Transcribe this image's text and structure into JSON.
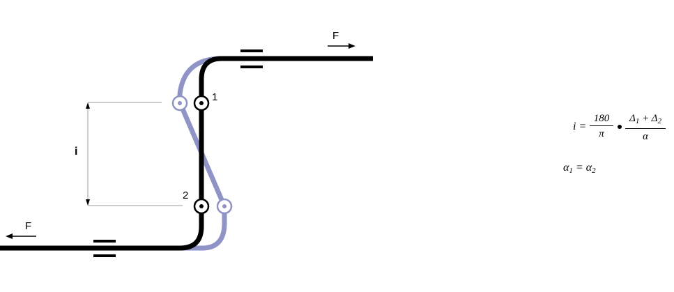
{
  "labels": {
    "force_top": "F",
    "force_bottom": "F",
    "point_1": "1",
    "point_2": "2",
    "dimension": "i"
  },
  "formula": {
    "lhs": "i =",
    "frac1_num": "180",
    "frac1_den": "π",
    "frac2_num_a": "Δ",
    "frac2_num_a_sub": "1",
    "frac2_num_plus": " + Δ",
    "frac2_num_b_sub": "2",
    "frac2_den": "α",
    "eq2_a": "α",
    "eq2_a_sub": "1",
    "eq2_mid": " = α",
    "eq2_b_sub": "2"
  },
  "colors": {
    "main_line": "#000000",
    "deflected_line": "#8f93c6",
    "dimension_line": "#9a9a9a"
  }
}
